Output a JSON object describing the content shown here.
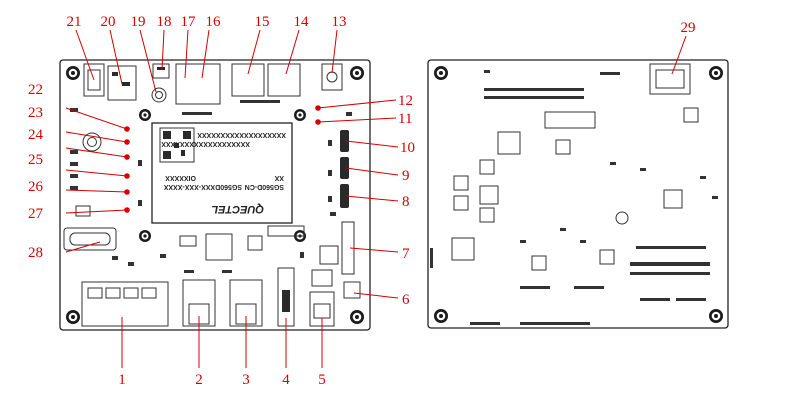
{
  "module": {
    "lines_upper": [
      "XXXXXXXXXXXXXXXXXXX",
      "XXXXXXXXXXXXXXXXXXX"
    ],
    "model": "SG560D-CN",
    "part_no": "SG560DXXX-XXX-XXXX",
    "lot": "OIXXXXX",
    "rev": "XX",
    "brand": "QUECTEL"
  },
  "callouts": [
    {
      "id": 1,
      "label": "1"
    },
    {
      "id": 2,
      "label": "2"
    },
    {
      "id": 3,
      "label": "3"
    },
    {
      "id": 4,
      "label": "4"
    },
    {
      "id": 5,
      "label": "5"
    },
    {
      "id": 6,
      "label": "6"
    },
    {
      "id": 7,
      "label": "7"
    },
    {
      "id": 8,
      "label": "8"
    },
    {
      "id": 9,
      "label": "9"
    },
    {
      "id": 10,
      "label": "10"
    },
    {
      "id": 11,
      "label": "11"
    },
    {
      "id": 12,
      "label": "12"
    },
    {
      "id": 13,
      "label": "13"
    },
    {
      "id": 14,
      "label": "14"
    },
    {
      "id": 15,
      "label": "15"
    },
    {
      "id": 16,
      "label": "16"
    },
    {
      "id": 17,
      "label": "17"
    },
    {
      "id": 18,
      "label": "18"
    },
    {
      "id": 19,
      "label": "19"
    },
    {
      "id": 20,
      "label": "20"
    },
    {
      "id": 21,
      "label": "21"
    },
    {
      "id": 22,
      "label": "22"
    },
    {
      "id": 23,
      "label": "23"
    },
    {
      "id": 24,
      "label": "24"
    },
    {
      "id": 25,
      "label": "25"
    },
    {
      "id": 26,
      "label": "26"
    },
    {
      "id": 27,
      "label": "27"
    },
    {
      "id": 28,
      "label": "28"
    },
    {
      "id": 29,
      "label": "29"
    }
  ],
  "colors": {
    "callout": "#d60000",
    "outline": "#222222"
  }
}
